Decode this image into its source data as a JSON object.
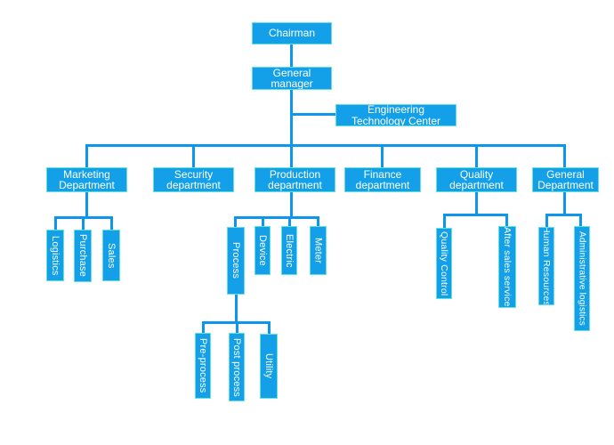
{
  "colors": {
    "node_fill": "#14a0e9",
    "node_border": "#62e2da",
    "connector": "#0d96ec",
    "text": "#ffffff",
    "background": "#ffffff"
  },
  "org_chart": {
    "type": "org-chart",
    "nodes": [
      {
        "id": "chairman",
        "label": "Chairman",
        "parent": null
      },
      {
        "id": "general-manager",
        "label": "General manager",
        "parent": "chairman"
      },
      {
        "id": "engineering-technology-center",
        "label": "Engineering Technology Center",
        "parent": "general-manager"
      },
      {
        "id": "marketing-department",
        "label": "Marketing Department",
        "parent": "general-manager"
      },
      {
        "id": "security-department",
        "label": "Security department",
        "parent": "general-manager"
      },
      {
        "id": "production-department",
        "label": "Production department",
        "parent": "general-manager"
      },
      {
        "id": "finance-department",
        "label": "Finance department",
        "parent": "general-manager"
      },
      {
        "id": "quality-department",
        "label": "Quality department",
        "parent": "general-manager"
      },
      {
        "id": "general-department",
        "label": "General Department",
        "parent": "general-manager"
      },
      {
        "id": "logistics",
        "label": "Logistics",
        "parent": "marketing-department"
      },
      {
        "id": "purchase",
        "label": "Purchase",
        "parent": "marketing-department"
      },
      {
        "id": "sales",
        "label": "Sales",
        "parent": "marketing-department"
      },
      {
        "id": "process",
        "label": "Process",
        "parent": "production-department"
      },
      {
        "id": "device",
        "label": "Device",
        "parent": "production-department"
      },
      {
        "id": "electric",
        "label": "Electric",
        "parent": "production-department"
      },
      {
        "id": "meter",
        "label": "Meter",
        "parent": "production-department"
      },
      {
        "id": "pre-process",
        "label": "Pre-process",
        "parent": "process"
      },
      {
        "id": "post-process",
        "label": "Post process",
        "parent": "process"
      },
      {
        "id": "utility",
        "label": "Utility",
        "parent": "process"
      },
      {
        "id": "quality-control",
        "label": "Quality Control",
        "parent": "quality-department"
      },
      {
        "id": "after-sales-service",
        "label": "After sales service",
        "parent": "quality-department"
      },
      {
        "id": "human-resources",
        "label": "Human Resources",
        "parent": "general-department"
      },
      {
        "id": "administrative-logistics",
        "label": "Administrative logistics",
        "parent": "general-department"
      }
    ]
  }
}
